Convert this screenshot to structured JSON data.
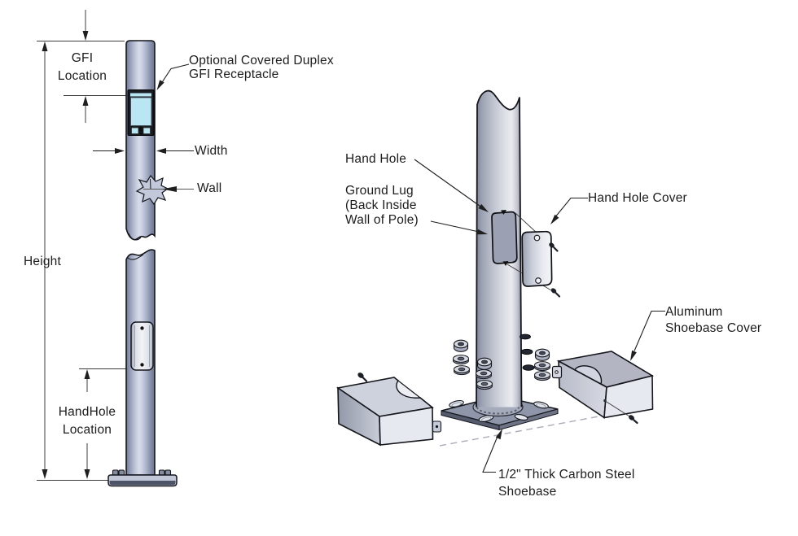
{
  "figure": {
    "title": "Light pole dimension and shoebase exploded diagram",
    "background": "#ffffff",
    "colors": {
      "line": "#1c1c1c",
      "metal_light": "#d8dcea",
      "metal_dark": "#6c7490",
      "gfi_blue": "#b9e6f2",
      "plate_gray": "#9096a9",
      "cover_light": "#e7e9f0"
    }
  },
  "left_diagram": {
    "name": "pole elevation with dimensions",
    "labels": {
      "gfi_location_line1": "GFI",
      "gfi_location_line2": "Location",
      "gfi_receptacle_line1": "Optional Covered Duplex",
      "gfi_receptacle_line2": "GFI Receptacle",
      "width": "Width",
      "wall": "Wall",
      "height": "Height",
      "handhole_location_line1": "HandHole",
      "handhole_location_line2": "Location"
    }
  },
  "right_diagram": {
    "name": "pole base exploded view",
    "labels": {
      "hand_hole": "Hand Hole",
      "ground_lug_line1": "Ground Lug",
      "ground_lug_line2": "(Back Inside",
      "ground_lug_line3": "Wall of Pole)",
      "hand_hole_cover": "Hand Hole Cover",
      "aluminum_cover_line1": "Aluminum",
      "aluminum_cover_line2": "Shoebase Cover",
      "shoebase_line1": "1/2\" Thick Carbon Steel",
      "shoebase_line2": "Shoebase"
    }
  }
}
